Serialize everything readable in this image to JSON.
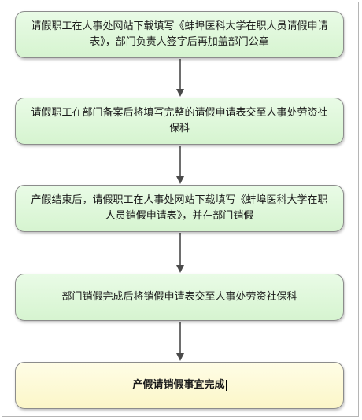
{
  "steps": [
    {
      "text": "请假职工在人事处网站下载填写《蚌埠医科大学在职人员请假申请表》，部门负责人签字后再加盖部门公章"
    },
    {
      "text": "请假职工在部门备案后将填写完整的请假申请表交至人事处劳资社保科"
    },
    {
      "text": "产假结束后，请假职工在人事处网站下载填写《蚌埠医科大学在职人员销假申请表》，并在部门销假"
    },
    {
      "text": "部门销假完成后将销假申请表交至人事处劳资社保科"
    },
    {
      "text": "产假请销假事宜完成"
    }
  ],
  "colors": {
    "step_fill": "#d6f4d0",
    "final_fill": "#fbf6c8",
    "border": "#8c8c8c",
    "arrow": "#4a4a4a"
  }
}
